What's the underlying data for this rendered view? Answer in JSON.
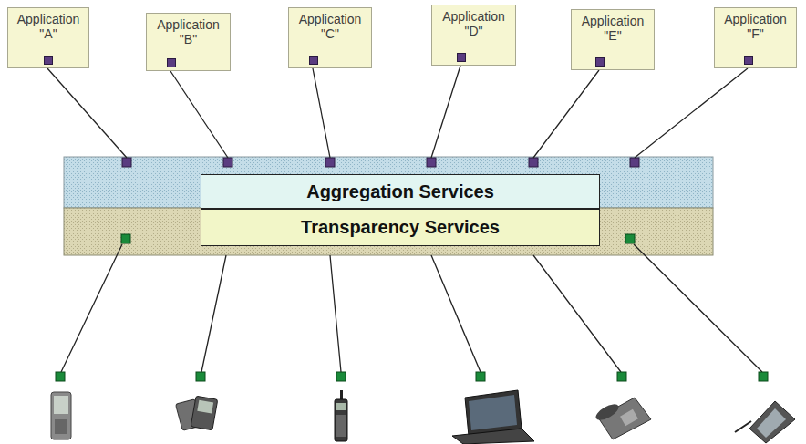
{
  "diagram": {
    "nodes": [
      {
        "text": [
          "Application \"A\""
        ]
      },
      {
        "text": [
          "Application \"B\""
        ]
      },
      {
        "text": [
          "Application \"C\""
        ]
      },
      {
        "text": [
          "Application \"D\""
        ]
      },
      {
        "text": [
          "Application \"E\""
        ]
      },
      {
        "text": [
          "Application \"F\""
        ]
      },
      {
        "text": [
          "Aggregation Services"
        ]
      },
      {
        "text": [
          "Transparency Services"
        ]
      }
    ],
    "edges": [
      {
        "from": 0,
        "to": 6,
        "arrow": "none"
      },
      {
        "from": 1,
        "to": 6,
        "arrow": "none"
      },
      {
        "from": 2,
        "to": 6,
        "arrow": "none"
      },
      {
        "from": 3,
        "to": 6,
        "arrow": "none"
      },
      {
        "from": 4,
        "to": 6,
        "arrow": "none"
      },
      {
        "from": 5,
        "to": 6,
        "arrow": "none"
      }
    ]
  }
}
